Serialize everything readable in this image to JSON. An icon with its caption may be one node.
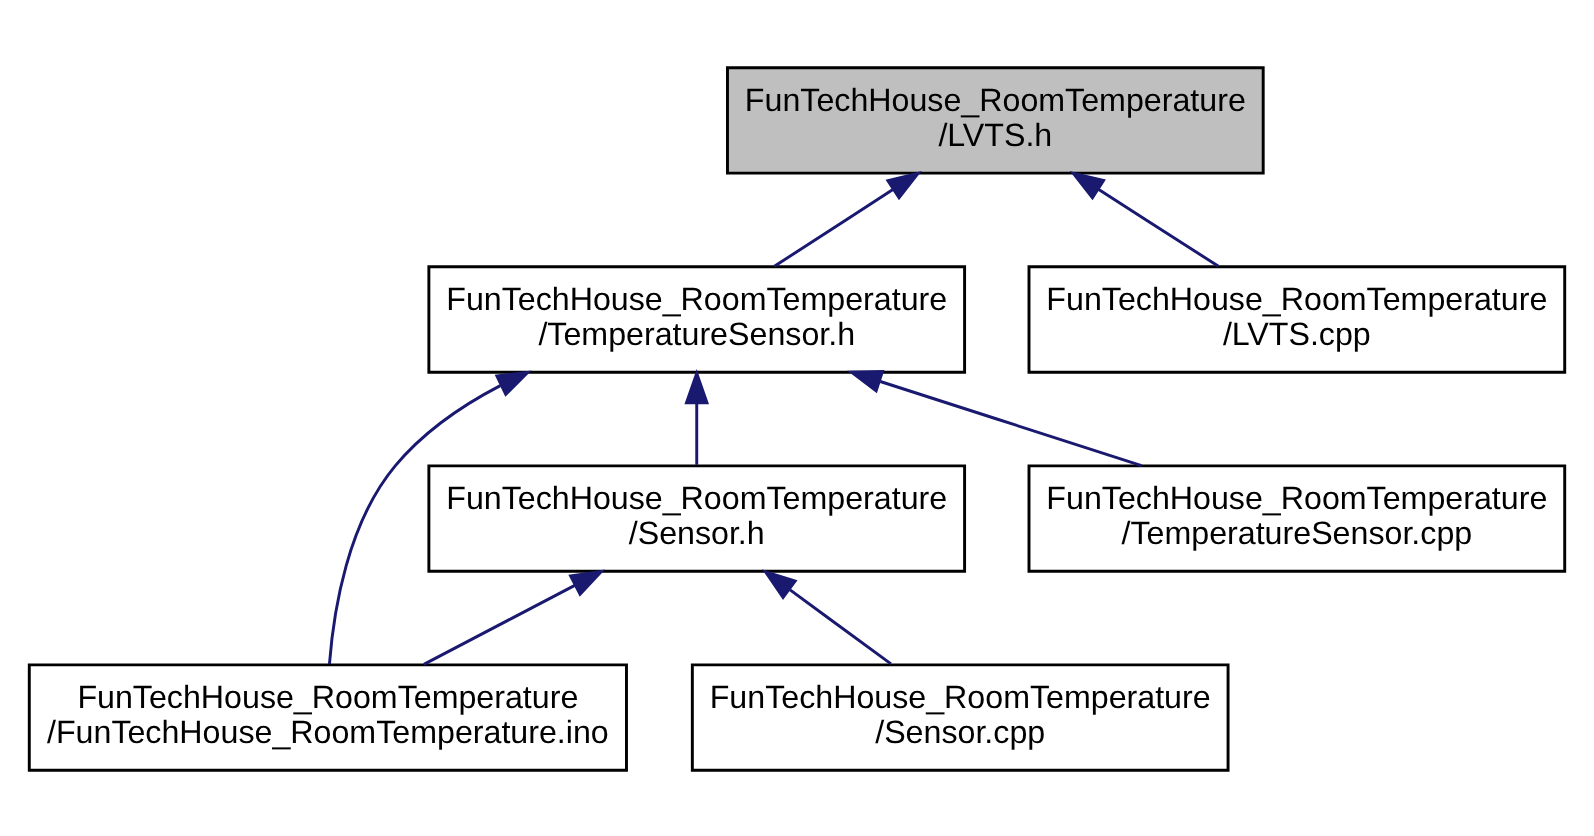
{
  "diagram": {
    "nodes": [
      {
        "text": [
          "FunTechHouse_RoomTemperature /LVTS.h"
        ]
      },
      {
        "text": [
          "FunTechHouse_RoomTemperature /TemperatureSensor.h"
        ]
      },
      {
        "text": [
          "FunTechHouse_RoomTemperature /LVTS.cpp"
        ]
      },
      {
        "text": [
          "FunTechHouse_RoomTemperature /Sensor.h"
        ]
      },
      {
        "text": [
          "FunTechHouse_RoomTemperature /TemperatureSensor.cpp"
        ]
      },
      {
        "text": [
          "FunTechHouse_RoomTemperature /FunTechHouse_RoomTemperature.ino"
        ]
      },
      {
        "text": [
          "FunTechHouse_RoomTemperature /Sensor.cpp"
        ]
      }
    ],
    "edges": [
      {
        "from": 1,
        "to": 0,
        "arrow": "to"
      },
      {
        "from": 2,
        "to": 0,
        "arrow": "to"
      },
      {
        "from": 5,
        "to": 1,
        "arrow": "to"
      },
      {
        "from": 3,
        "to": 1,
        "arrow": "to"
      },
      {
        "from": 4,
        "to": 1,
        "arrow": "to"
      },
      {
        "from": 5,
        "to": 3,
        "arrow": "to"
      },
      {
        "from": 6,
        "to": 3,
        "arrow": "to"
      }
    ]
  }
}
